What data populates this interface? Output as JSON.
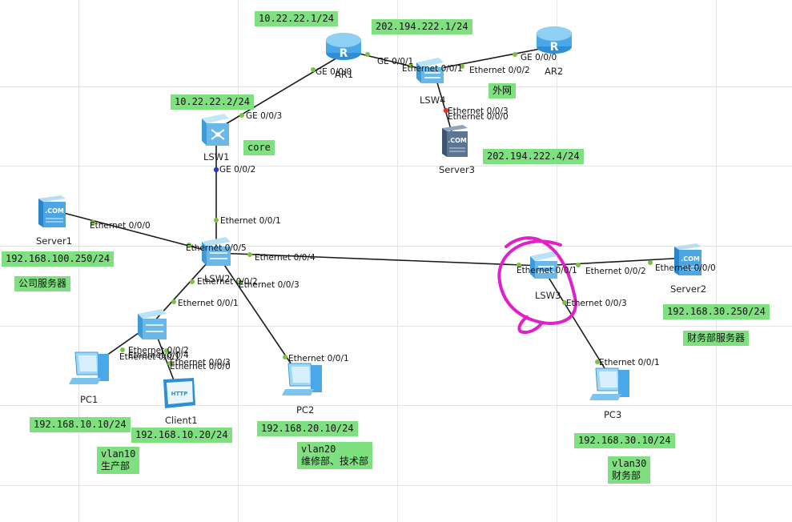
{
  "devices": {
    "ar1": "AR1",
    "ar2": "AR2",
    "lsw1": "LSW1",
    "lsw2": "LSW2",
    "lsw3": "LSW3",
    "lsw4": "LSW4",
    "server1": "Server1",
    "server2": "Server2",
    "server3": "Server3",
    "pc1": "PC1",
    "pc2": "PC2",
    "pc3": "PC3",
    "client1": "Client1",
    "server_badge": ".COM",
    "client_badge": "HTTP"
  },
  "ports": {
    "ar1_ge000": "GE 0/0/0",
    "ar1_ge001": "GE 0/0/1",
    "lsw4_eth001": "Ethernet 0/0/1",
    "lsw4_eth002": "Ethernet 0/0/2",
    "lsw4_eth003": "Ethernet 0/0/3",
    "server3_eth000": "Ethernet 0/0/0",
    "ar2_ge000": "GE 0/0/0",
    "lsw1_ge003": "GE 0/0/3",
    "lsw1_ge002": "GE 0/0/2",
    "lsw2_eth001": "Ethernet 0/0/1",
    "server1_eth000": "Ethernet 0/0/0",
    "lsw2_eth005": "Ethernet 0/0/5",
    "lsw2_eth004": "Ethernet 0/0/4",
    "lsw2_eth002": "Ethernet 0/0/2",
    "lsw2_eth003": "Ethernet 0/0/3",
    "lsw3_eth001": "Ethernet 0/0/1",
    "lsw3_eth002": "Ethernet 0/0/2",
    "lsw3_eth003": "Ethernet 0/0/3",
    "server2_eth000": "Ethernet 0/0/0",
    "access_eth001": "Ethernet 0/0/1",
    "access_eth002": "Ethernet 0/0/2",
    "access_eth003": "Ethernet 0/0/3",
    "access_eth004": "Ethernet 0/0/4",
    "pc1_eth001": "Ethernet 0/0/1",
    "client1_eth000": "Ethernet 0/0/0",
    "pc2_eth001": "Ethernet 0/0/1",
    "pc3_eth001": "Ethernet 0/0/1"
  },
  "notes": {
    "ar1_ip": "10.22.22.1/24",
    "ar1_wan_ip": "202.194.222.1/24",
    "lsw1_ip": "10.22.22.2/24",
    "core": "core",
    "extnet": "外网",
    "server3_ip": "202.194.222.4/24",
    "server1_ip": "192.168.100.250/24",
    "company_server": "公司服务器",
    "server2_ip": "192.168.30.250/24",
    "finance_server": "财务部服务器",
    "pc1_ip": "192.168.10.10/24",
    "client1_ip": "192.168.10.20/24",
    "vlan10": "vlan10\n生产部",
    "pc2_ip": "192.168.20.10/24",
    "vlan20": "vlan20\n维修部、技术部",
    "pc3_ip": "192.168.30.10/24",
    "vlan30": "vlan30\n财务部"
  },
  "colors": {
    "link": "#1a1a1a",
    "port_up": "#7cc242",
    "port_blue": "#1f3fd1",
    "port_red": "#e53030",
    "note_bg": "#7fe07f",
    "highlight": "#e020c8",
    "device_blue": "#5ab4ea"
  }
}
